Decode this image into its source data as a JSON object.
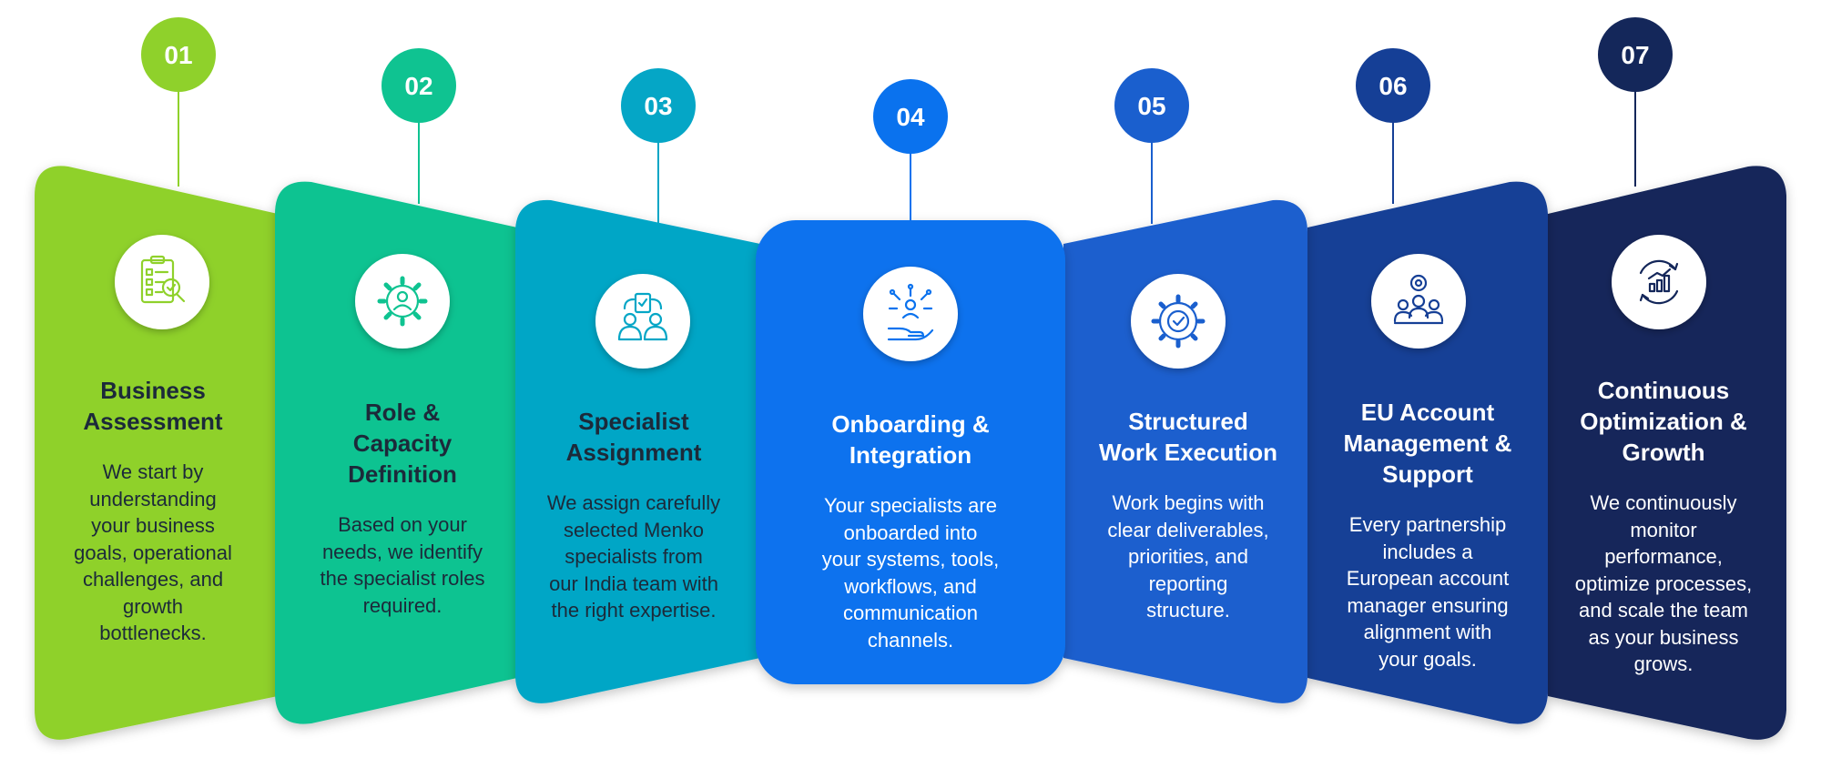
{
  "steps": [
    {
      "number": "01",
      "title": "Business\nAssessment",
      "description": "We start by\nunderstanding\nyour business\ngoals, operational\nchallenges, and\ngrowth\nbottlenecks.",
      "icon": "clipboard-checklist-icon",
      "color": "#8fd12b",
      "text_color": "#1c2a3a"
    },
    {
      "number": "02",
      "title": "Role &\nCapacity\nDefinition",
      "description": "Based on your\nneeds, we identify\nthe specialist roles\nrequired.",
      "icon": "gear-user-icon",
      "color": "#0fc391",
      "text_color": "#1c2a3a"
    },
    {
      "number": "03",
      "title": "Specialist\nAssignment",
      "description": "We assign carefully\nselected Menko\nspecialists from\nour India team with\nthe right expertise.",
      "icon": "team-assignment-icon",
      "color": "#05a6c6",
      "text_color": "#1c2a3a"
    },
    {
      "number": "04",
      "title": "Onboarding &\nIntegration",
      "description": "Your specialists are\nonboarded into\nyour systems, tools,\nworkflows, and\ncommunication\nchannels.",
      "icon": "hand-person-network-icon",
      "color": "#0a72ee",
      "text_color": "#ffffff"
    },
    {
      "number": "05",
      "title": "Structured\nWork Execution",
      "description": "Work begins with\nclear deliverables,\npriorities, and\nreporting\nstructure.",
      "icon": "gear-check-icon",
      "color": "#1a5fce",
      "text_color": "#ffffff"
    },
    {
      "number": "06",
      "title": "EU Account\nManagement &\nSupport",
      "description": "Every partnership\nincludes a\nEuropean account\nmanager ensuring\nalignment with\nyour goals.",
      "icon": "team-gear-icon",
      "color": "#153f96",
      "text_color": "#ffffff"
    },
    {
      "number": "07",
      "title": "Continuous\nOptimization &\nGrowth",
      "description": "We continuously\nmonitor\nperformance,\noptimize processes,\nand scale the team\nas your business\ngrows.",
      "icon": "growth-cycle-icon",
      "color": "#14275a",
      "text_color": "#ffffff"
    }
  ]
}
